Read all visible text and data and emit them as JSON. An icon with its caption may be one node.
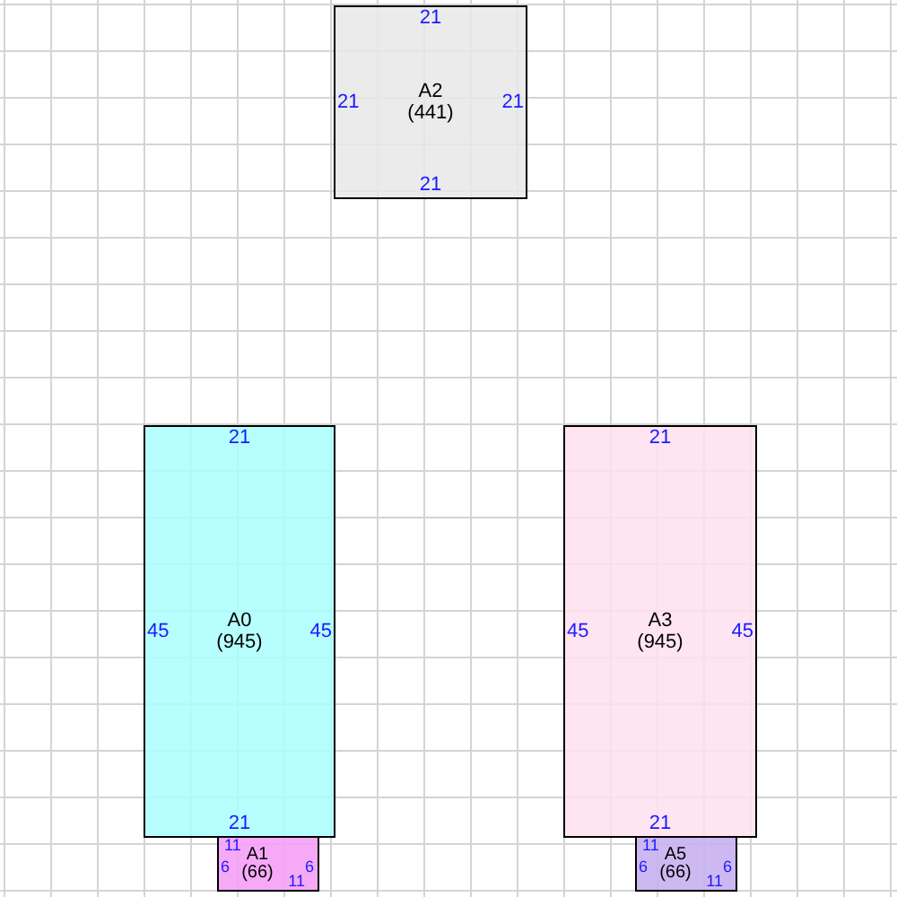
{
  "diagram": {
    "nodes": [
      {
        "text": [
          "A2",
          "(441)",
          "21",
          "21",
          "21",
          "21"
        ]
      },
      {
        "text": [
          "A0",
          "(945)",
          "21",
          "45",
          "45",
          "21"
        ]
      },
      {
        "text": [
          "A3",
          "(945)",
          "21",
          "45",
          "45",
          "21"
        ]
      },
      {
        "text": [
          "A1",
          "(66)",
          "11",
          "6",
          "6",
          "11"
        ]
      },
      {
        "text": [
          "A5",
          "(66)",
          "11",
          "6",
          "6",
          "11"
        ]
      }
    ]
  }
}
